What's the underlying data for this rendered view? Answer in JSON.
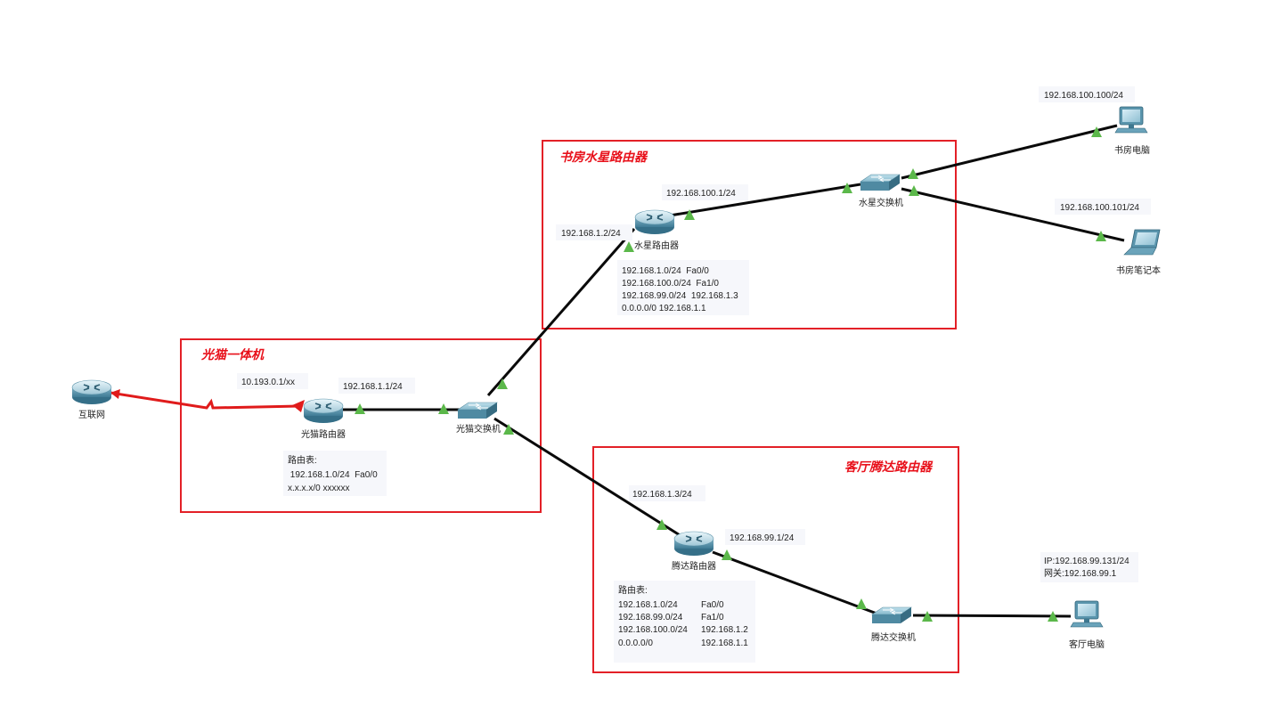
{
  "zones": {
    "modem": {
      "title": "光猫一体机"
    },
    "study": {
      "title": "书房水星路由器"
    },
    "living": {
      "title": "客厅腾达路由器"
    }
  },
  "devices": {
    "internet": {
      "label": "互联网",
      "type": "router-icon"
    },
    "modem_router": {
      "label": "光猫路由器",
      "type": "router-icon"
    },
    "modem_switch": {
      "label": "光猫交换机",
      "type": "switch-icon"
    },
    "mercury_router": {
      "label": "水星路由器",
      "type": "router-icon"
    },
    "mercury_switch": {
      "label": "水星交换机",
      "type": "switch-icon"
    },
    "study_pc": {
      "label": "书房电脑",
      "type": "pc-icon"
    },
    "study_laptop": {
      "label": "书房笔记本",
      "type": "laptop-icon"
    },
    "tenda_router": {
      "label": "腾达路由器",
      "type": "router-icon"
    },
    "tenda_switch": {
      "label": "腾达交换机",
      "type": "switch-icon"
    },
    "living_pc": {
      "label": "客厅电脑",
      "type": "pc-icon"
    }
  },
  "ips": {
    "wan": "10.193.0.1/xx",
    "modem_lan": "192.168.1.1/24",
    "mercury_wan": "192.168.1.2/24",
    "mercury_lan": "192.168.100.1/24",
    "study_pc": "192.168.100.100/24",
    "study_laptop": "192.168.100.101/24",
    "tenda_wan": "192.168.1.3/24",
    "tenda_lan": "192.168.99.1/24",
    "living_pc_ip": "IP:192.168.99.131/24",
    "living_pc_gw": "网关:192.168.99.1"
  },
  "routing_tables": {
    "modem": {
      "header": "路由表:",
      "rows": [
        " 192.168.1.0/24  Fa0/0",
        "x.x.x.x/0 xxxxxx"
      ]
    },
    "mercury": {
      "rows": [
        "192.168.1.0/24  Fa0/0",
        "192.168.100.0/24  Fa1/0",
        "192.168.99.0/24  192.168.1.3",
        "0.0.0.0/0 192.168.1.1"
      ]
    },
    "tenda": {
      "header": "路由表:",
      "rows": [
        {
          "net": "192.168.1.0/24",
          "via": "Fa0/0"
        },
        {
          "net": "192.168.99.0/24",
          "via": "Fa1/0"
        },
        {
          "net": "192.168.100.0/24",
          "via": "192.168.1.2"
        },
        {
          "net": "0.0.0.0/0",
          "via": "192.168.1.1"
        }
      ]
    }
  },
  "colors": {
    "zone_border": "#e32027",
    "zone_title": "#e8101a",
    "link": "#0a0a0a",
    "wan_link": "#e01b1b",
    "port_up": "#5bb84a"
  }
}
